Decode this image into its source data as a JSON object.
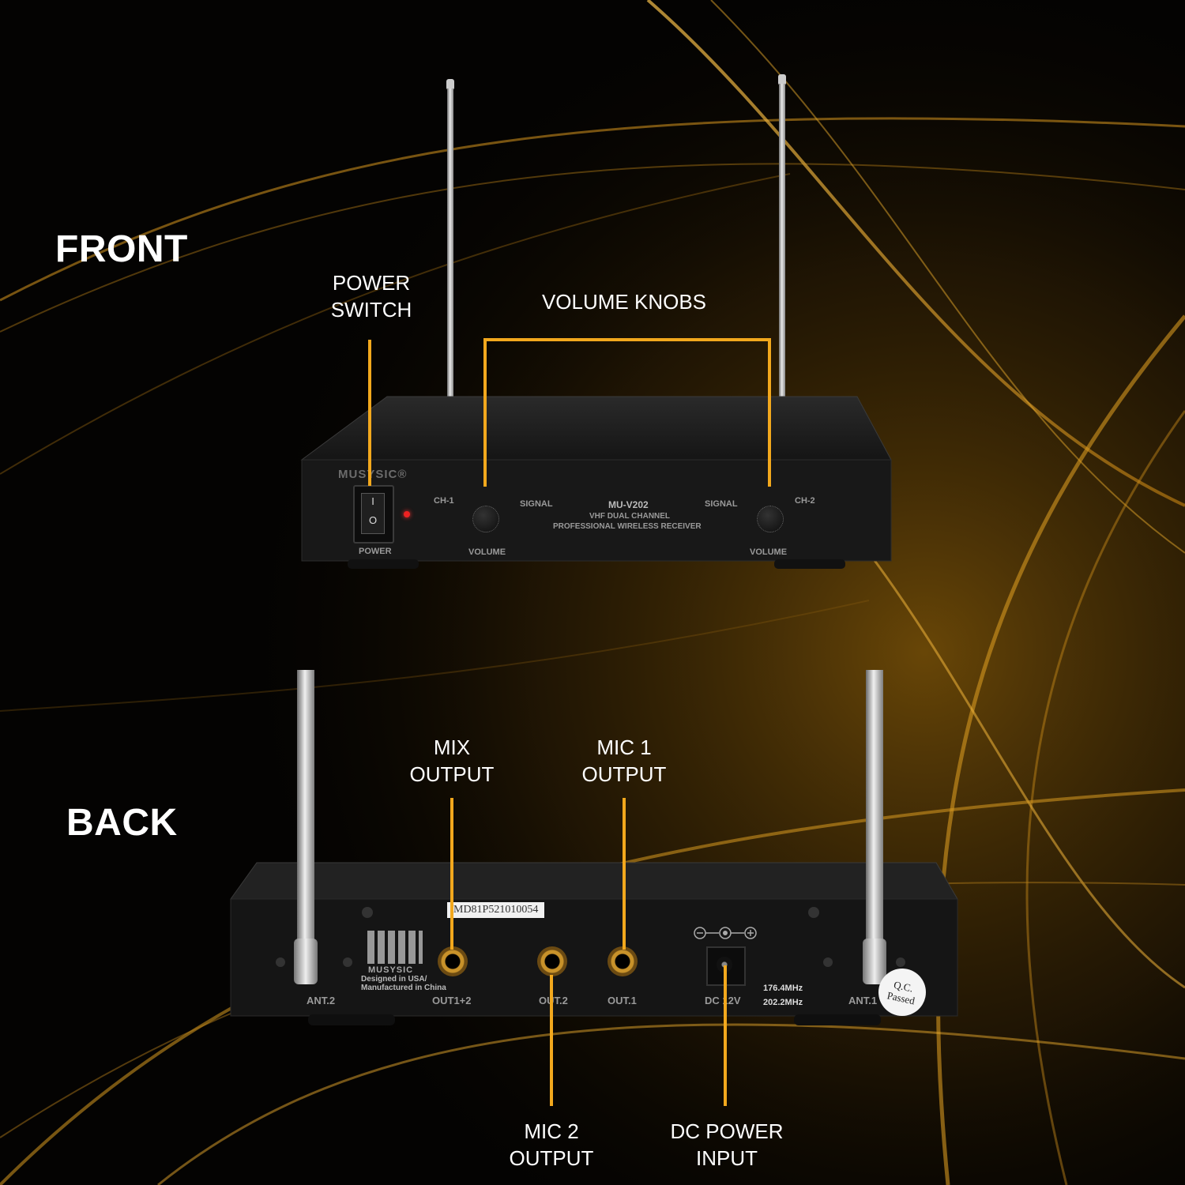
{
  "sections": {
    "front": "FRONT",
    "back": "BACK"
  },
  "callouts": {
    "power_switch": [
      "POWER",
      "SWITCH"
    ],
    "volume_knobs": "VOLUME KNOBS",
    "mix_output": [
      "MIX",
      "OUTPUT"
    ],
    "mic1_output": [
      "MIC 1",
      "OUTPUT"
    ],
    "mic2_output": [
      "MIC 2",
      "OUTPUT"
    ],
    "dc_power_input": [
      "DC POWER",
      "INPUT"
    ]
  },
  "front_panel": {
    "brand": "MUSYSIC®",
    "ch1": "CH-1",
    "ch2": "CH-2",
    "signal_left": "SIGNAL",
    "signal_right": "SIGNAL",
    "model": "MU-V202",
    "line1": "VHF DUAL CHANNEL",
    "line2": "PROFESSIONAL WIRELESS RECEIVER",
    "power": "POWER",
    "volume_left": "VOLUME",
    "volume_right": "VOLUME",
    "switch_on": "I",
    "switch_off": "O"
  },
  "back_panel": {
    "serial": "MD81P521010054",
    "brand": "MUSYSIC",
    "origin1": "Designed in USA/",
    "origin2": "Manufactured in China",
    "ant2": "ANT.2",
    "ant1": "ANT.1",
    "out12": "OUT1+2",
    "out2": "OUT.2",
    "out1": "OUT.1",
    "dc": "DC 12V",
    "freq1": "176.4MHz",
    "freq2": "202.2MHz",
    "qc1": "Q.C.",
    "qc2": "Passed"
  },
  "colors": {
    "accent": "#f2a81d",
    "background": "#040302",
    "device": "#1b1b1b"
  }
}
